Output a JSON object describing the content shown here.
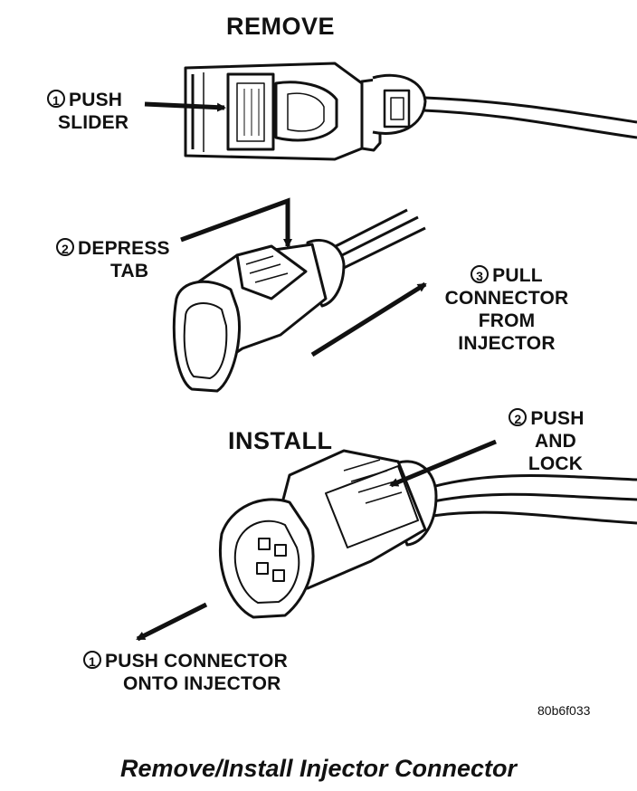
{
  "headings": {
    "remove": "REMOVE",
    "install": "INSTALL"
  },
  "steps": {
    "push_slider": {
      "number": "1",
      "lines": [
        "PUSH",
        "SLIDER"
      ]
    },
    "depress_tab": {
      "number": "2",
      "lines": [
        "DEPRESS",
        "TAB"
      ]
    },
    "pull_connector": {
      "number": "3",
      "lines": [
        "PULL",
        "CONNECTOR",
        "FROM",
        "INJECTOR"
      ]
    },
    "push_and_lock": {
      "number": "2",
      "lines": [
        "PUSH",
        "AND",
        "LOCK"
      ]
    },
    "push_connector": {
      "number": "1",
      "lines": [
        "PUSH CONNECTOR",
        "ONTO INJECTOR"
      ]
    }
  },
  "figure_code": "80b6f033",
  "caption": "Remove/Install Injector Connector"
}
